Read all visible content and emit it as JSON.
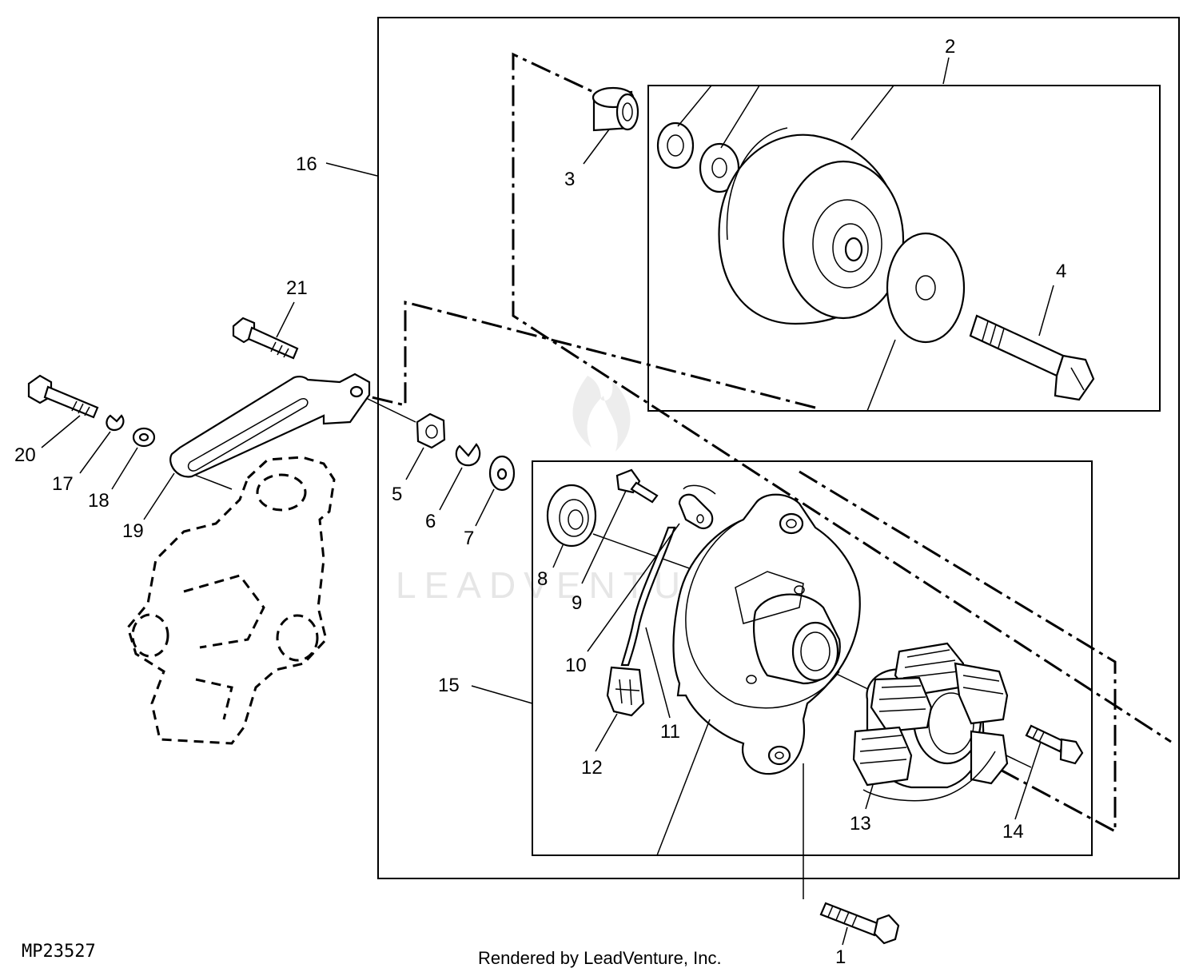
{
  "figure_id": "MP23527",
  "watermark": "LEADVENTURE",
  "credit": "Rendered by LeadVenture, Inc.",
  "callouts": [
    "1",
    "2",
    "3",
    "4",
    "5",
    "6",
    "7",
    "8",
    "9",
    "10",
    "11",
    "12",
    "13",
    "14",
    "15",
    "16",
    "17",
    "18",
    "19",
    "20",
    "21"
  ]
}
